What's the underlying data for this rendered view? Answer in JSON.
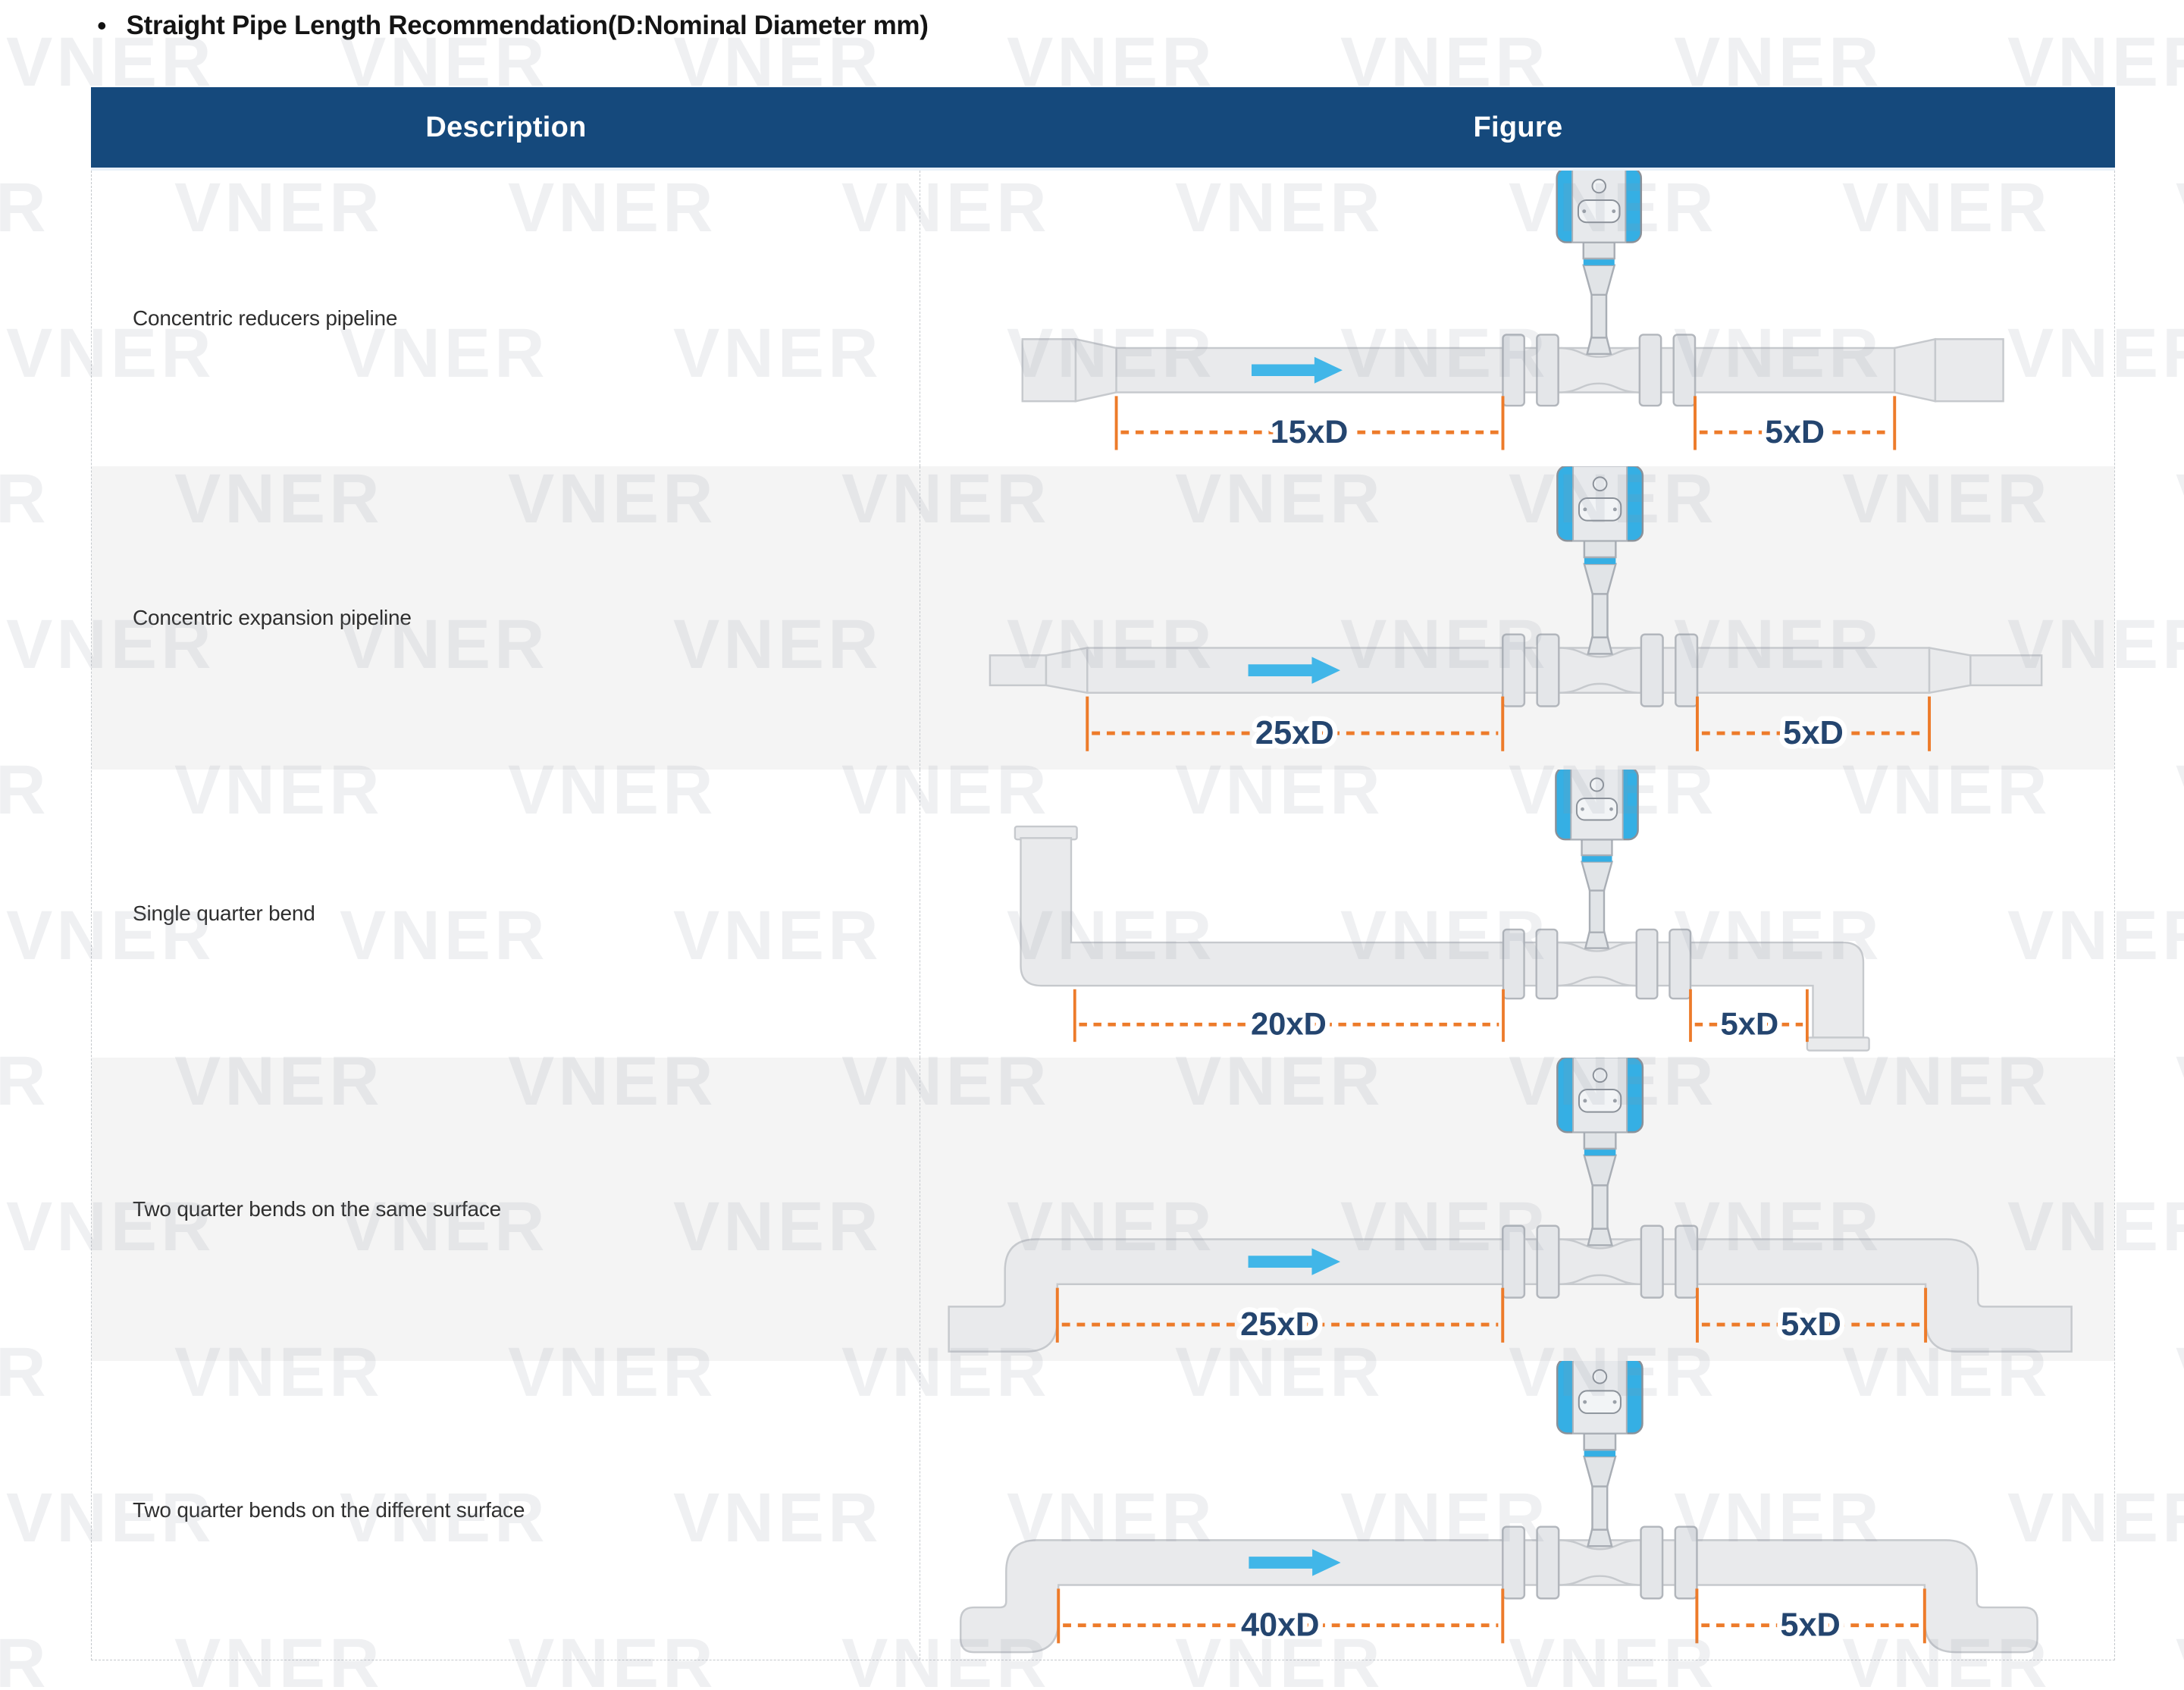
{
  "page": {
    "bullet": "•",
    "title": "Straight Pipe Length Recommendation(D:Nominal Diameter mm)"
  },
  "watermark": {
    "text": "VNER"
  },
  "table": {
    "headers": {
      "description": "Description",
      "figure": "Figure"
    },
    "rows": [
      {
        "description": "Concentric reducers pipeline",
        "upstream_label": "15xD",
        "downstream_label": "5xD"
      },
      {
        "description": "Concentric expansion pipeline",
        "upstream_label": "25xD",
        "downstream_label": "5xD"
      },
      {
        "description": "Single quarter bend",
        "upstream_label": "20xD",
        "downstream_label": "5xD"
      },
      {
        "description": "Two quarter bends on the same surface",
        "upstream_label": "25xD",
        "downstream_label": "5xD"
      },
      {
        "description": "Two quarter bends on the different surface",
        "upstream_label": "40xD",
        "downstream_label": "5xD"
      }
    ]
  },
  "colors": {
    "header_bg": "#15497c",
    "header_text": "#ffffff",
    "dimension_orange": "#ed7b2a",
    "label_navy": "#24456f",
    "meter_blue": "#35afe4",
    "arrow_blue": "#41b6e8",
    "pipe_fill": "#e9eaec",
    "pipe_stroke": "#c6c9cd",
    "row_alt_bg": "#f4f4f4"
  }
}
